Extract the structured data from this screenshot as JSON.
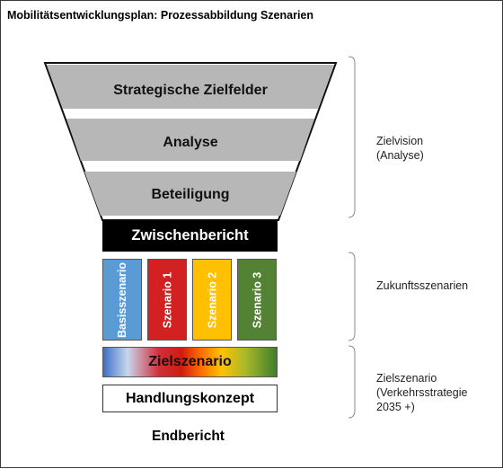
{
  "title": "Mobilitätsentwicklungsplan: Prozessabbildung Szenarien",
  "funnel": {
    "bands": [
      {
        "label": "Strategische Zielfelder"
      },
      {
        "label": "Analyse"
      },
      {
        "label": "Beteiligung"
      }
    ],
    "band_color": "#b7b7b7",
    "outline_color": "#111111"
  },
  "zwischenbericht": {
    "label": "Zwischenbericht",
    "color": "#000000"
  },
  "scenarios": [
    {
      "label": "Basisszenario",
      "color": "#5b9bd5"
    },
    {
      "label": "Szenario 1",
      "color": "#d32020"
    },
    {
      "label": "Szenario 2",
      "color": "#ffc000"
    },
    {
      "label": "Szenario 3",
      "color": "#548235"
    }
  ],
  "zielszenario": {
    "label": "Zielszenario"
  },
  "handlungskonzept": {
    "label": "Handlungskonzept"
  },
  "endbericht": {
    "label": "Endbericht"
  },
  "annotations": {
    "zielvision_line1": "Zielvision",
    "zielvision_line2": "(Analyse)",
    "zukunft": "Zukunftsszenarien",
    "zielszenario_line1": "Zielszenario",
    "zielszenario_line2": "(Verkehrsstrategie",
    "zielszenario_line3": "2035 +)"
  }
}
